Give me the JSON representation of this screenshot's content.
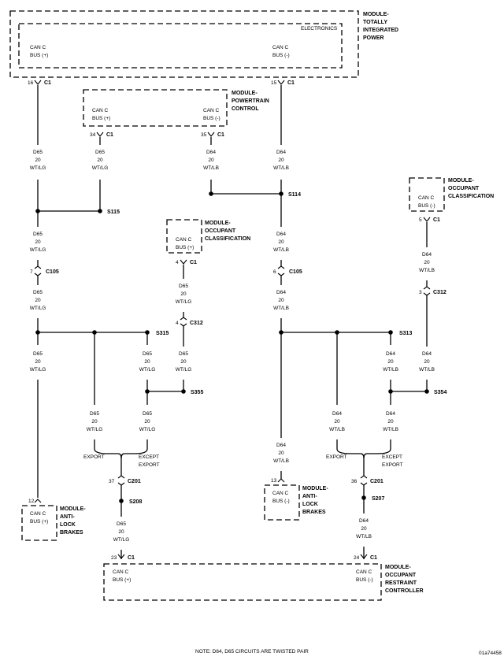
{
  "tipm": {
    "title": [
      "MODULE-",
      "TOTALLY",
      "INTEGRATED",
      "POWER"
    ],
    "sub": "ELECTRONICS",
    "pin_plus": [
      "CAN C",
      "BUS (+)"
    ],
    "pin_minus": [
      "CAN C",
      "BUS (-)"
    ]
  },
  "pcm": {
    "title": [
      "MODULE-",
      "POWERTRAIN",
      "CONTROL"
    ],
    "pin_plus": [
      "CAN C",
      "BUS (+)"
    ],
    "pin_minus": [
      "CAN C",
      "BUS (-)"
    ]
  },
  "occ1": {
    "title": [
      "MODULE-",
      "OCCUPANT",
      "CLASSIFICATION"
    ],
    "pin": [
      "CAN C",
      "BUS (-)"
    ]
  },
  "occ2": {
    "title": [
      "MODULE-",
      "OCCUPANT",
      "CLASSIFICATION"
    ],
    "pin": [
      "CAN C",
      "BUS (+)"
    ]
  },
  "abs1": {
    "title": [
      "MODULE-",
      "ANTI-",
      "LOCK",
      "BRAKES"
    ],
    "pin": [
      "CAN C",
      "BUS (+)"
    ]
  },
  "abs2": {
    "title": [
      "MODULE-",
      "ANTI-",
      "LOCK",
      "BRAKES"
    ],
    "pin": [
      "CAN C",
      "BUS (-)"
    ]
  },
  "orc": {
    "title": [
      "MODULE-",
      "OCCUPANT",
      "RESTRAINT",
      "CONTROLLER"
    ],
    "pin_plus": [
      "CAN C",
      "BUS (+)"
    ],
    "pin_minus": [
      "CAN C",
      "BUS (-)"
    ]
  },
  "wires": {
    "d65": [
      "D65",
      "20",
      "WT/LG"
    ],
    "d64": [
      "D64",
      "20",
      "WT/LB"
    ]
  },
  "connectors": {
    "c1": "C1",
    "c105": "C105",
    "c312": "C312",
    "c201": "C201",
    "pins": {
      "p16": "16",
      "p15": "15",
      "p34": "34",
      "p35": "35",
      "p5": "5",
      "p4": "4",
      "p7": "7",
      "p6": "6",
      "p3": "3",
      "p4b": "4",
      "p37": "37",
      "p36": "36",
      "p12": "12",
      "p13": "13",
      "p23": "23",
      "p24": "24"
    }
  },
  "splices": {
    "s114": "S114",
    "s115": "S115",
    "s315": "S315",
    "s313": "S313",
    "s355": "S355",
    "s354": "S354",
    "s208": "S208",
    "s207": "S207"
  },
  "branches": {
    "export": "EXPORT",
    "except": [
      "EXCEPT",
      "EXPORT"
    ]
  },
  "note": "NOTE:    D64, D65    CIRCUITS ARE TWISTED PAIR",
  "figure_id": "01a74458"
}
